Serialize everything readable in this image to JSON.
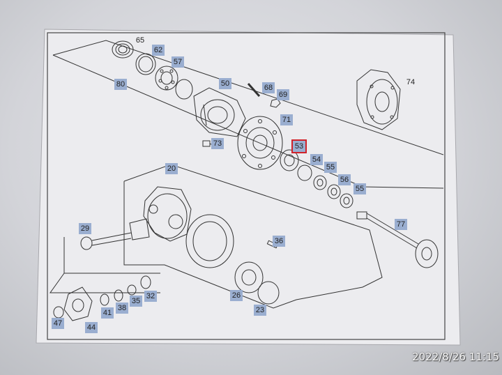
{
  "colors": {
    "callout_bg": "#9aaed0",
    "highlight_border": "#d0222a",
    "line": "#333333",
    "paper": "#ececef"
  },
  "callouts": {
    "c65": "65",
    "c62": "62",
    "c57": "57",
    "c80": "80",
    "c50": "50",
    "c68": "68",
    "c69": "69",
    "c71": "71",
    "c74": "74",
    "c73": "73",
    "c53": "53",
    "c54": "54",
    "c55a": "55",
    "c56": "56",
    "c55b": "55",
    "c20": "20",
    "c77": "77",
    "c29": "29",
    "c36": "36",
    "c26": "26",
    "c23": "23",
    "c47": "47",
    "c44": "44",
    "c41": "41",
    "c38": "38",
    "c35": "35",
    "c32": "32"
  },
  "timestamp": "2022/8/26 11:15"
}
